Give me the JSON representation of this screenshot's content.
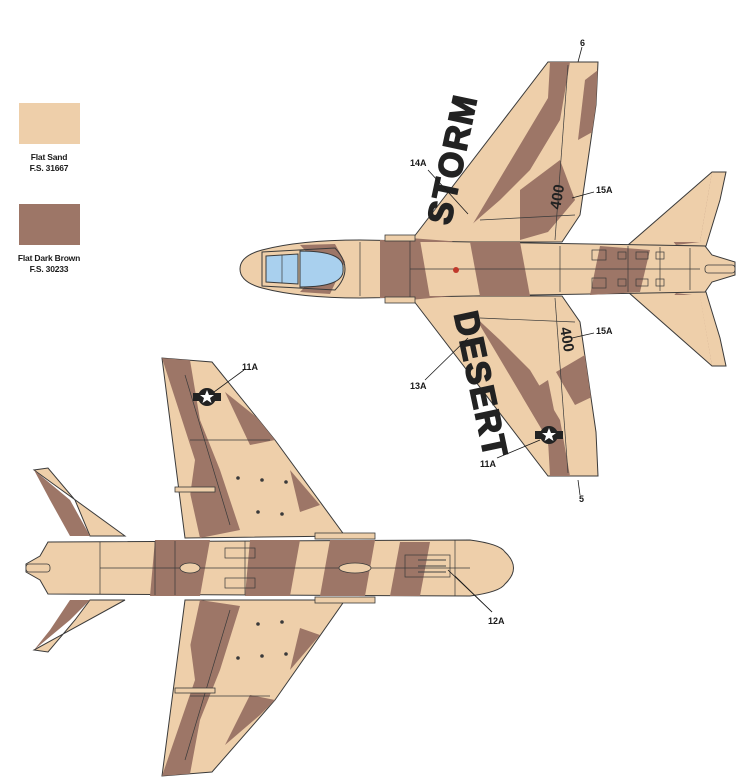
{
  "legend": {
    "sand": {
      "name": "Flat Sand",
      "code": "F.S. 31667",
      "color": "#eecfaa"
    },
    "brown": {
      "name": "Flat Dark Brown",
      "code": "F.S. 30233",
      "color": "#9d7667"
    }
  },
  "colors": {
    "outline": "#3a3a3a",
    "canopy_glass": "#a9d0ee",
    "star_insignia": "#222222"
  },
  "callouts": {
    "c6": "6",
    "c14a": "14A",
    "c15a_top": "15A",
    "c15a_bottom": "15A",
    "c13a": "13A",
    "c11a_top": "11A",
    "c11a_bottom": "11A",
    "c5": "5",
    "c12a": "12A"
  },
  "markings": {
    "wing_text_upper": "STORM",
    "wing_text_lower": "DESERT",
    "wing_number_upper": "400",
    "wing_number_lower": "400"
  }
}
